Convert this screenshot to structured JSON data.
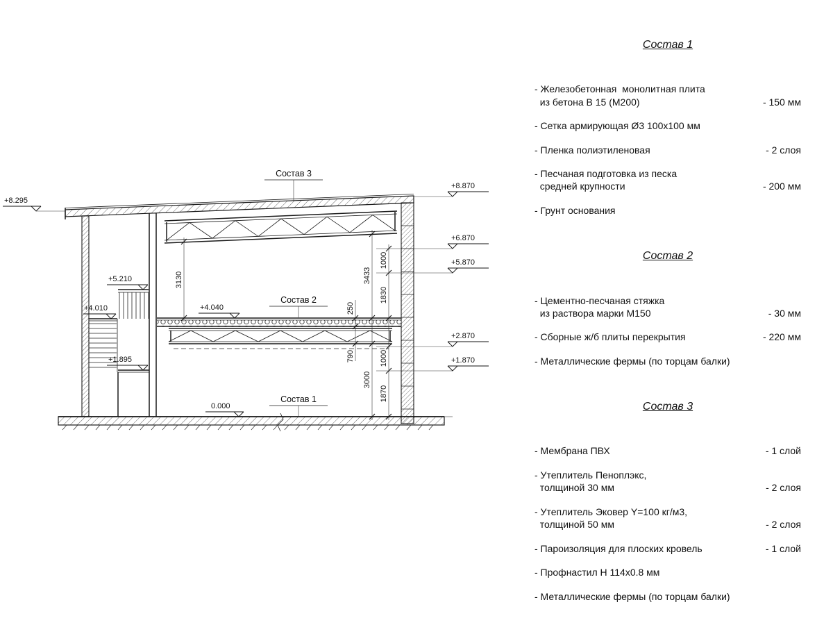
{
  "drawing": {
    "callouts": {
      "c1": "Состав 1",
      "c2": "Состав 2",
      "c3": "Состав 3"
    },
    "elevations": {
      "left_roof": "+8.295",
      "right_top": "+8.870",
      "right_truss": "+6.870",
      "right_mid": "+5.870",
      "right_ceiling": "+2.870",
      "right_truss2": "+1.870",
      "stair_rail": "+5.210",
      "stair_upper_landing": "+4.010",
      "stair_lower_landing": "+1.895",
      "floor_slab": "+4.040",
      "ground_floor": "0.000"
    },
    "dims": {
      "left_clear_height": "3130",
      "right_clear_height": "3433",
      "floor_thickness": "250",
      "upper_band": "1000",
      "upper_level_gap": "1830",
      "slab_to_truss": "790",
      "ground_clear_height": "3000",
      "lower_band": "1000",
      "truss_to_ground": "1870"
    }
  },
  "specs": [
    {
      "title": "Состав 1",
      "items": [
        {
          "text": "- Железобетонная  монолитная плита\n  из бетона В 15 (М200)",
          "value": "- 150 мм"
        },
        {
          "text": "- Сетка армирующая Ø3 100x100 мм",
          "value": ""
        },
        {
          "text": "- Пленка полиэтиленовая",
          "value": "-  2 слоя"
        },
        {
          "text": "- Песчаная подготовка из песка\n  средней крупности",
          "value": "- 200 мм"
        },
        {
          "text": "- Грунт основания",
          "value": ""
        }
      ]
    },
    {
      "title": "Состав 2",
      "items": [
        {
          "text": "- Цементно-песчаная стяжка\n  из раствора марки М150",
          "value": "- 30 мм"
        },
        {
          "text": "- Сборные ж/б плиты перекрытия",
          "value": "- 220 мм"
        },
        {
          "text": "- Металлические фермы (по торцам балки)",
          "value": ""
        }
      ]
    },
    {
      "title": "Состав 3",
      "items": [
        {
          "text": "- Мембрана ПВХ",
          "value": "- 1 слой"
        },
        {
          "text": "- Утеплитель Пеноплэкс,\n  толщиной 30 мм",
          "value": "- 2 слоя"
        },
        {
          "text": "- Утеплитель Эковер Y=100 кг/м3,\n  толщиной 50 мм",
          "value": "- 2 слоя"
        },
        {
          "text": "- Пароизоляция для плоских кровель",
          "value": "- 1 слой"
        },
        {
          "text": "- Профнастил Н 114x0.8 мм",
          "value": ""
        },
        {
          "text": "- Металлические фермы (по торцам балки)",
          "value": ""
        }
      ]
    }
  ]
}
